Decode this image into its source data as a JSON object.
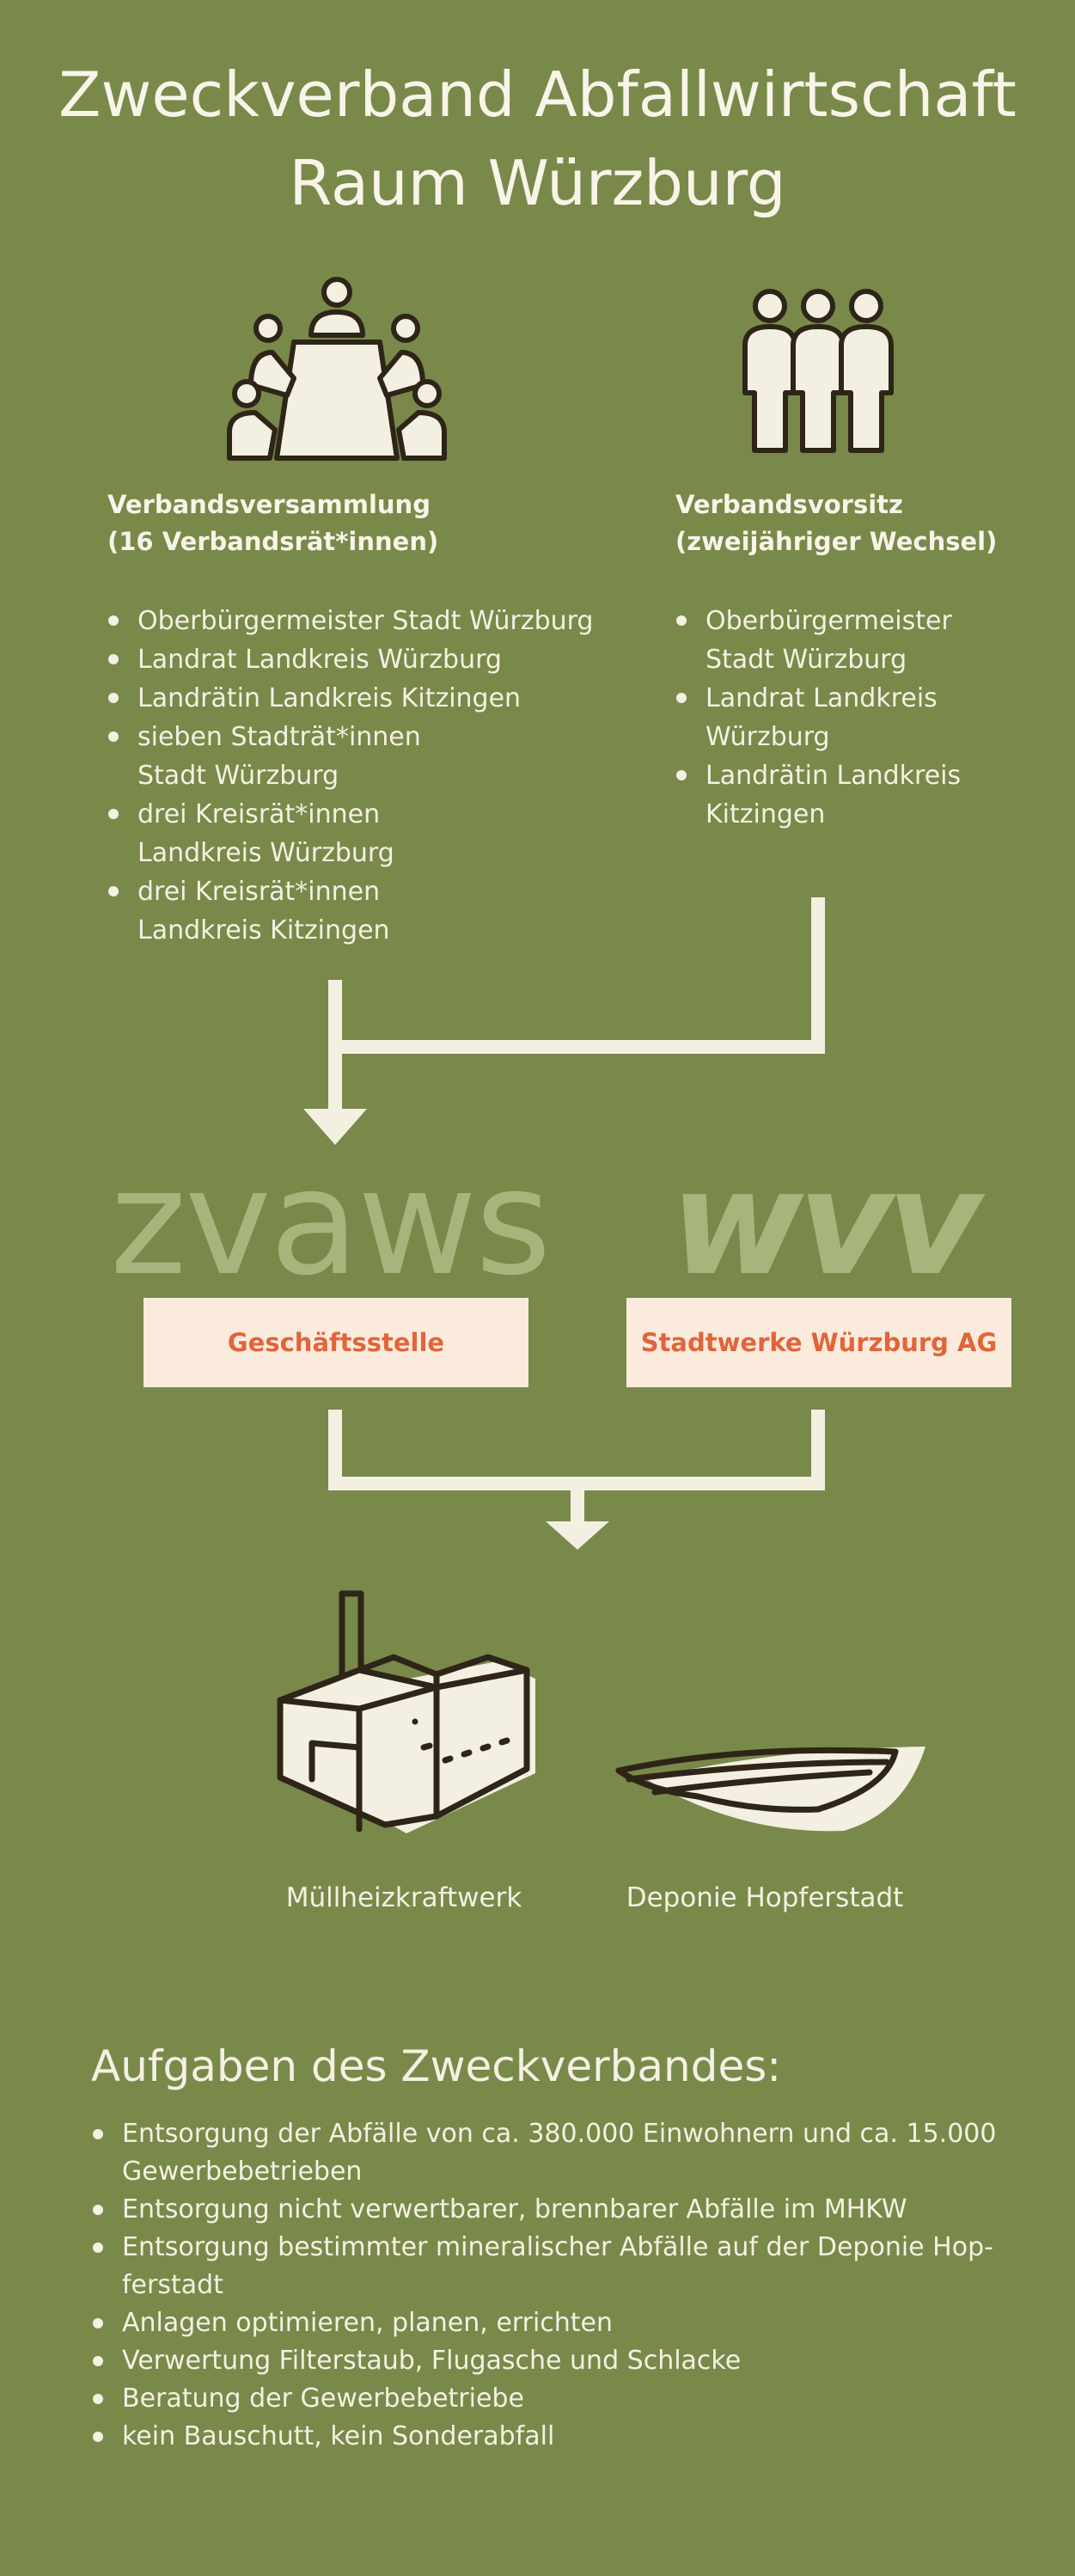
{
  "title": {
    "line1": "Zweckverband Abfallwirtschaft",
    "line2": "Raum Würzburg"
  },
  "left_column": {
    "icon": "meeting-table-icon",
    "heading_line1": "Verbandsversammlung",
    "heading_line2": "(16 Verbandsrät*innen)",
    "items": [
      [
        "Oberbürgermeister Stadt Würzburg"
      ],
      [
        "Landrat Landkreis Würzburg"
      ],
      [
        "Landrätin Landkreis Kitzingen"
      ],
      [
        "sieben Stadträt*innen",
        "Stadt Würzburg"
      ],
      [
        "drei Kreisrät*innen",
        "Landkreis Würzburg"
      ],
      [
        "drei Kreisrät*innen",
        "Landkreis Kitzingen"
      ]
    ]
  },
  "right_column": {
    "icon": "group-people-icon",
    "heading_line1": "Verbandsvorsitz",
    "heading_line2": "(zweijähriger Wechsel)",
    "items": [
      [
        "Oberbürgermeister",
        "Stadt Würzburg"
      ],
      [
        "Landrat Landkreis",
        "Würzburg"
      ],
      [
        "Landrätin Landkreis",
        "Kitzingen"
      ]
    ]
  },
  "logos": {
    "left": "zvaws",
    "right": "wvv"
  },
  "boxes": {
    "left": "Geschäftsstelle",
    "right": "Stadtwerke Würzburg AG"
  },
  "facilities": {
    "left_icon": "factory-icon",
    "left_caption": "Müllheizkraftwerk",
    "right_icon": "landfill-icon",
    "right_caption": "Deponie Hopferstadt"
  },
  "tasks": {
    "heading": "Aufgaben des Zweckverbandes:",
    "items": [
      [
        "Entsorgung der Abfälle von ca. 380.000 Einwohnern und ca. 15.000",
        "Gewerbebetrieben"
      ],
      [
        "Entsorgung nicht verwertbarer, brennbarer Abfälle im MHKW"
      ],
      [
        "Entsorgung bestimmter mineralischer Abfälle auf der Deponie Hop-",
        "ferstadt"
      ],
      [
        "Anlagen optimieren, planen, errichten"
      ],
      [
        "Verwertung Filterstaub, Flugasche und Schlacke"
      ],
      [
        "Beratung der Gewerbebetriebe"
      ],
      [
        "kein Bauschutt, kein Sonderabfall"
      ]
    ]
  },
  "colors": {
    "background": "#78894a",
    "cream": "#f3f0e2",
    "box_fill": "#fbebdd",
    "box_text": "#e2643a",
    "logo": "#a7b57c",
    "dark_outline": "#2f2418"
  }
}
